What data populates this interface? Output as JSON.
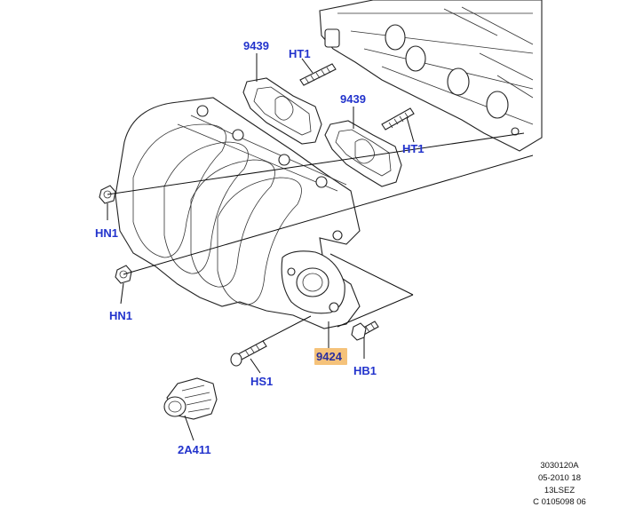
{
  "callouts": {
    "gasket_a": "9439",
    "stud_a": "HT1",
    "gasket_b": "9439",
    "stud_b": "HT1",
    "nut_upper": "HN1",
    "nut_lower": "HN1",
    "manifold": "9424",
    "bolt_right": "HB1",
    "bolt_left": "HS1",
    "coupling": "2A411"
  },
  "highlight_color": "#f5c27a",
  "label_color": "#2233cc",
  "footer": {
    "line1": "3030120A",
    "line2": "05-2010 18",
    "line3": "13LSEZ",
    "line4": "C 0105098 06"
  }
}
